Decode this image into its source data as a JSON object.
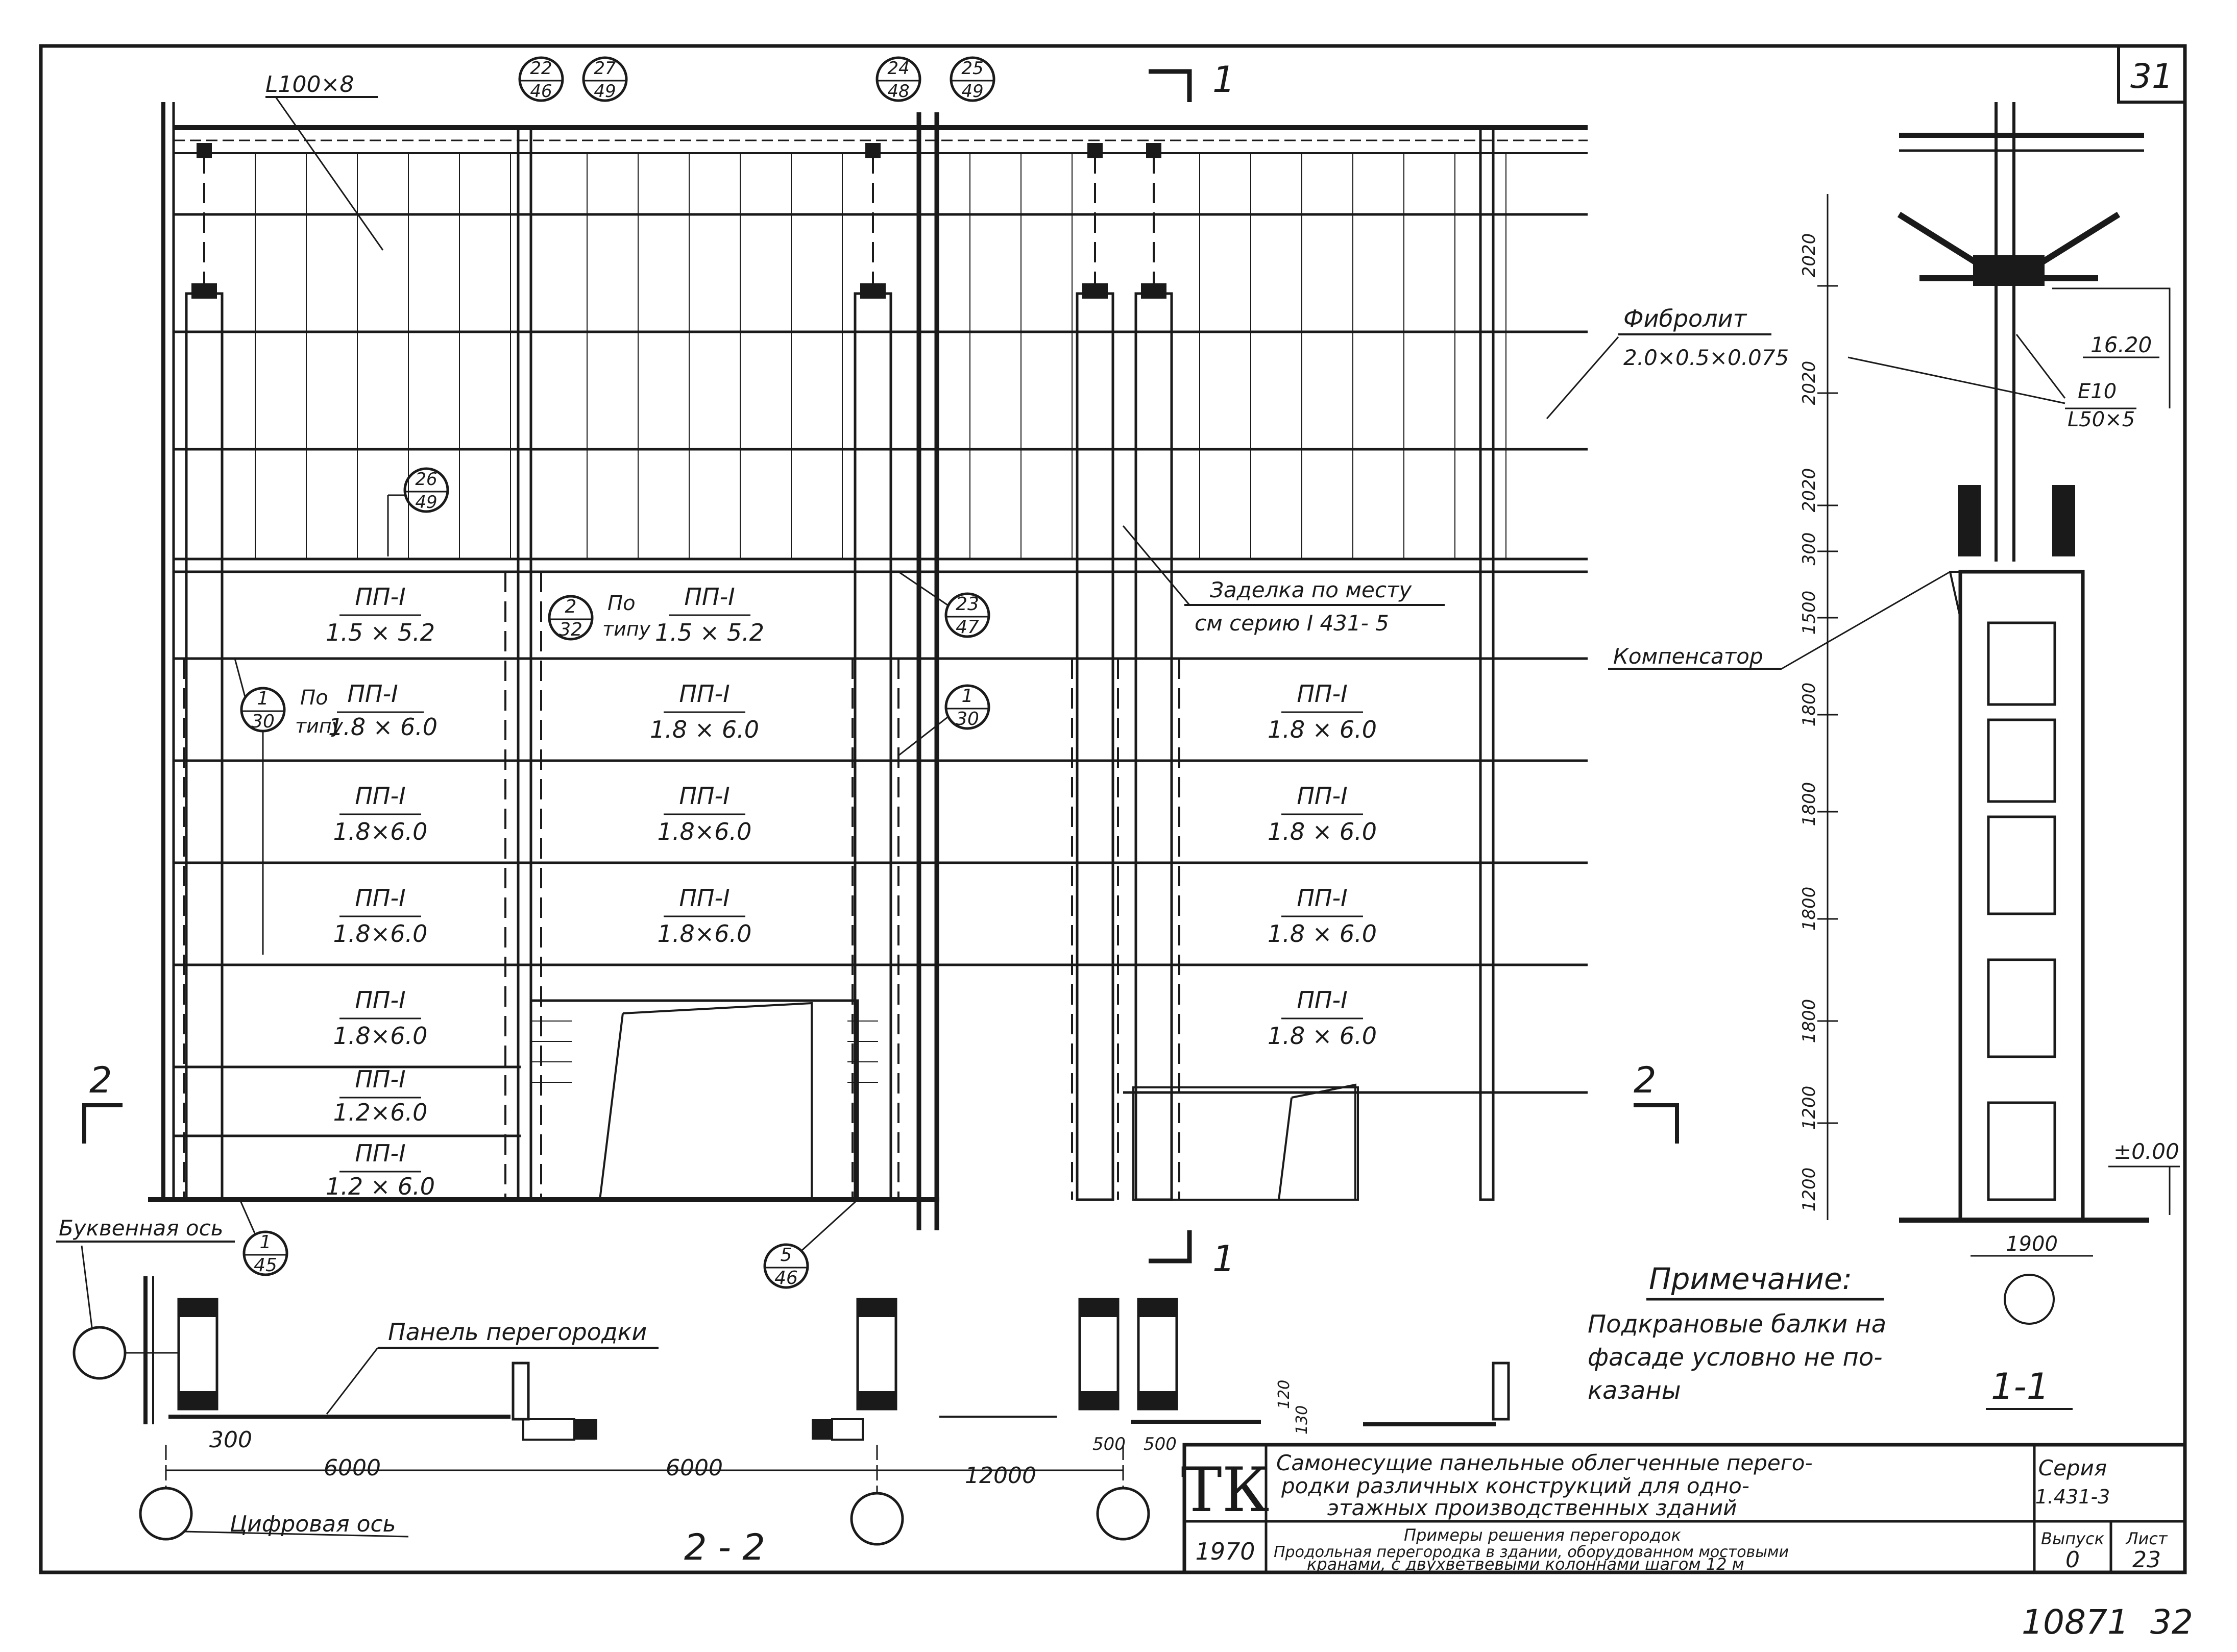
{
  "sheet_number": "31",
  "elevation": {
    "top_callouts": [
      {
        "label": "L100×8"
      },
      {
        "top": "22",
        "bottom": "46"
      },
      {
        "top": "27",
        "bottom": "49"
      },
      {
        "top": "24",
        "bottom": "48"
      },
      {
        "top": "25",
        "bottom": "49"
      },
      {
        "top": "26",
        "bottom": "49"
      }
    ],
    "section_mark_top": "1",
    "section_mark_bottom": "1",
    "section_mark_left": "2",
    "section_mark_right": "2",
    "panels": [
      {
        "name": "ПП-I",
        "size": "1.5 × 5.2"
      },
      {
        "name": "ПП-I",
        "size": "1.5 × 5.2"
      },
      {
        "name": "ПП-I",
        "size": "1.8 × 6.0"
      },
      {
        "name": "ПП-I",
        "size": "1.8 × 6.0"
      },
      {
        "name": "ПП-I",
        "size": "1.8 × 6.0"
      },
      {
        "name": "ПП-I",
        "size": "1.8×6.0"
      },
      {
        "name": "ПП-I",
        "size": "1.8×6.0"
      },
      {
        "name": "ПП-I",
        "size": "1.8 × 6.0"
      },
      {
        "name": "ПП-I",
        "size": "1.8×6.0"
      },
      {
        "name": "ПП-I",
        "size": "1.8×6.0"
      },
      {
        "name": "ПП-I",
        "size": "1.8 × 6.0"
      },
      {
        "name": "ПП-I",
        "size": "1.8×6.0"
      },
      {
        "name": "ПП-I",
        "size": "1.8 × 6.0"
      },
      {
        "name": "ПП-I",
        "size": "1.2×6.0"
      },
      {
        "name": "ПП-I",
        "size": "1.2 × 6.0"
      }
    ],
    "callouts": [
      {
        "top": "2",
        "bottom": "32"
      },
      {
        "top": "1",
        "bottom": "30"
      },
      {
        "top": "23",
        "bottom": "47"
      },
      {
        "top": "1",
        "bottom": "30"
      },
      {
        "top": "1",
        "bottom": "45"
      },
      {
        "top": "5",
        "bottom": "46"
      }
    ],
    "po_tipu_1": "По",
    "po_tipu_2": "типу",
    "fibrolite_label": "Фибролит",
    "fibrolite_size": "2.0×0.5×0.075",
    "zadelka_line1": "Заделка по месту",
    "zadelka_line2": "см серию I 431- 5"
  },
  "section_1_1": {
    "title": "1-1",
    "dims_vertical": [
      "2020",
      "2020",
      "2020",
      "300",
      "1500",
      "1800",
      "1800",
      "1800",
      "1800",
      "1200",
      "1200"
    ],
    "level_top": "16.20",
    "level_zero": "±0.00",
    "profile_1": "Е10",
    "profile_2": "L50×5",
    "compensator": "Компенсатор",
    "width_dim": "1900"
  },
  "section_2_2": {
    "title": "2 - 2",
    "letter_axis": "Буквенная ось",
    "digit_axis": "Цифровая ось",
    "panel_label": "Панель перегородки",
    "dims": [
      "300",
      "6000",
      "6000",
      "12000",
      "500",
      "500",
      "120",
      "130"
    ]
  },
  "note": {
    "title": "Примечание:",
    "line1": "Подкрановые балки на",
    "line2": "фасаде условно не по-",
    "line3": "казаны"
  },
  "title_block": {
    "logo": "ТК",
    "year": "1970",
    "title_line1": "Самонесущие панельные облегченные перего-",
    "title_line2": "родки различных конструкций для одно-",
    "title_line3": "этажных производственных зданий",
    "sub_line1": "Примеры решения перегородок",
    "sub_line2": "Продольная перегородка в здании, оборудованном мостовыми",
    "sub_line3": "кранами, с двухветвевыми колоннами шагом 12 м",
    "series_label": "Серия",
    "series_value": "1.431-3",
    "issue_label": "Выпуск",
    "issue_value": "0",
    "sheet_label": "Лист",
    "sheet_value": "23"
  },
  "archive_number": "10871  32"
}
